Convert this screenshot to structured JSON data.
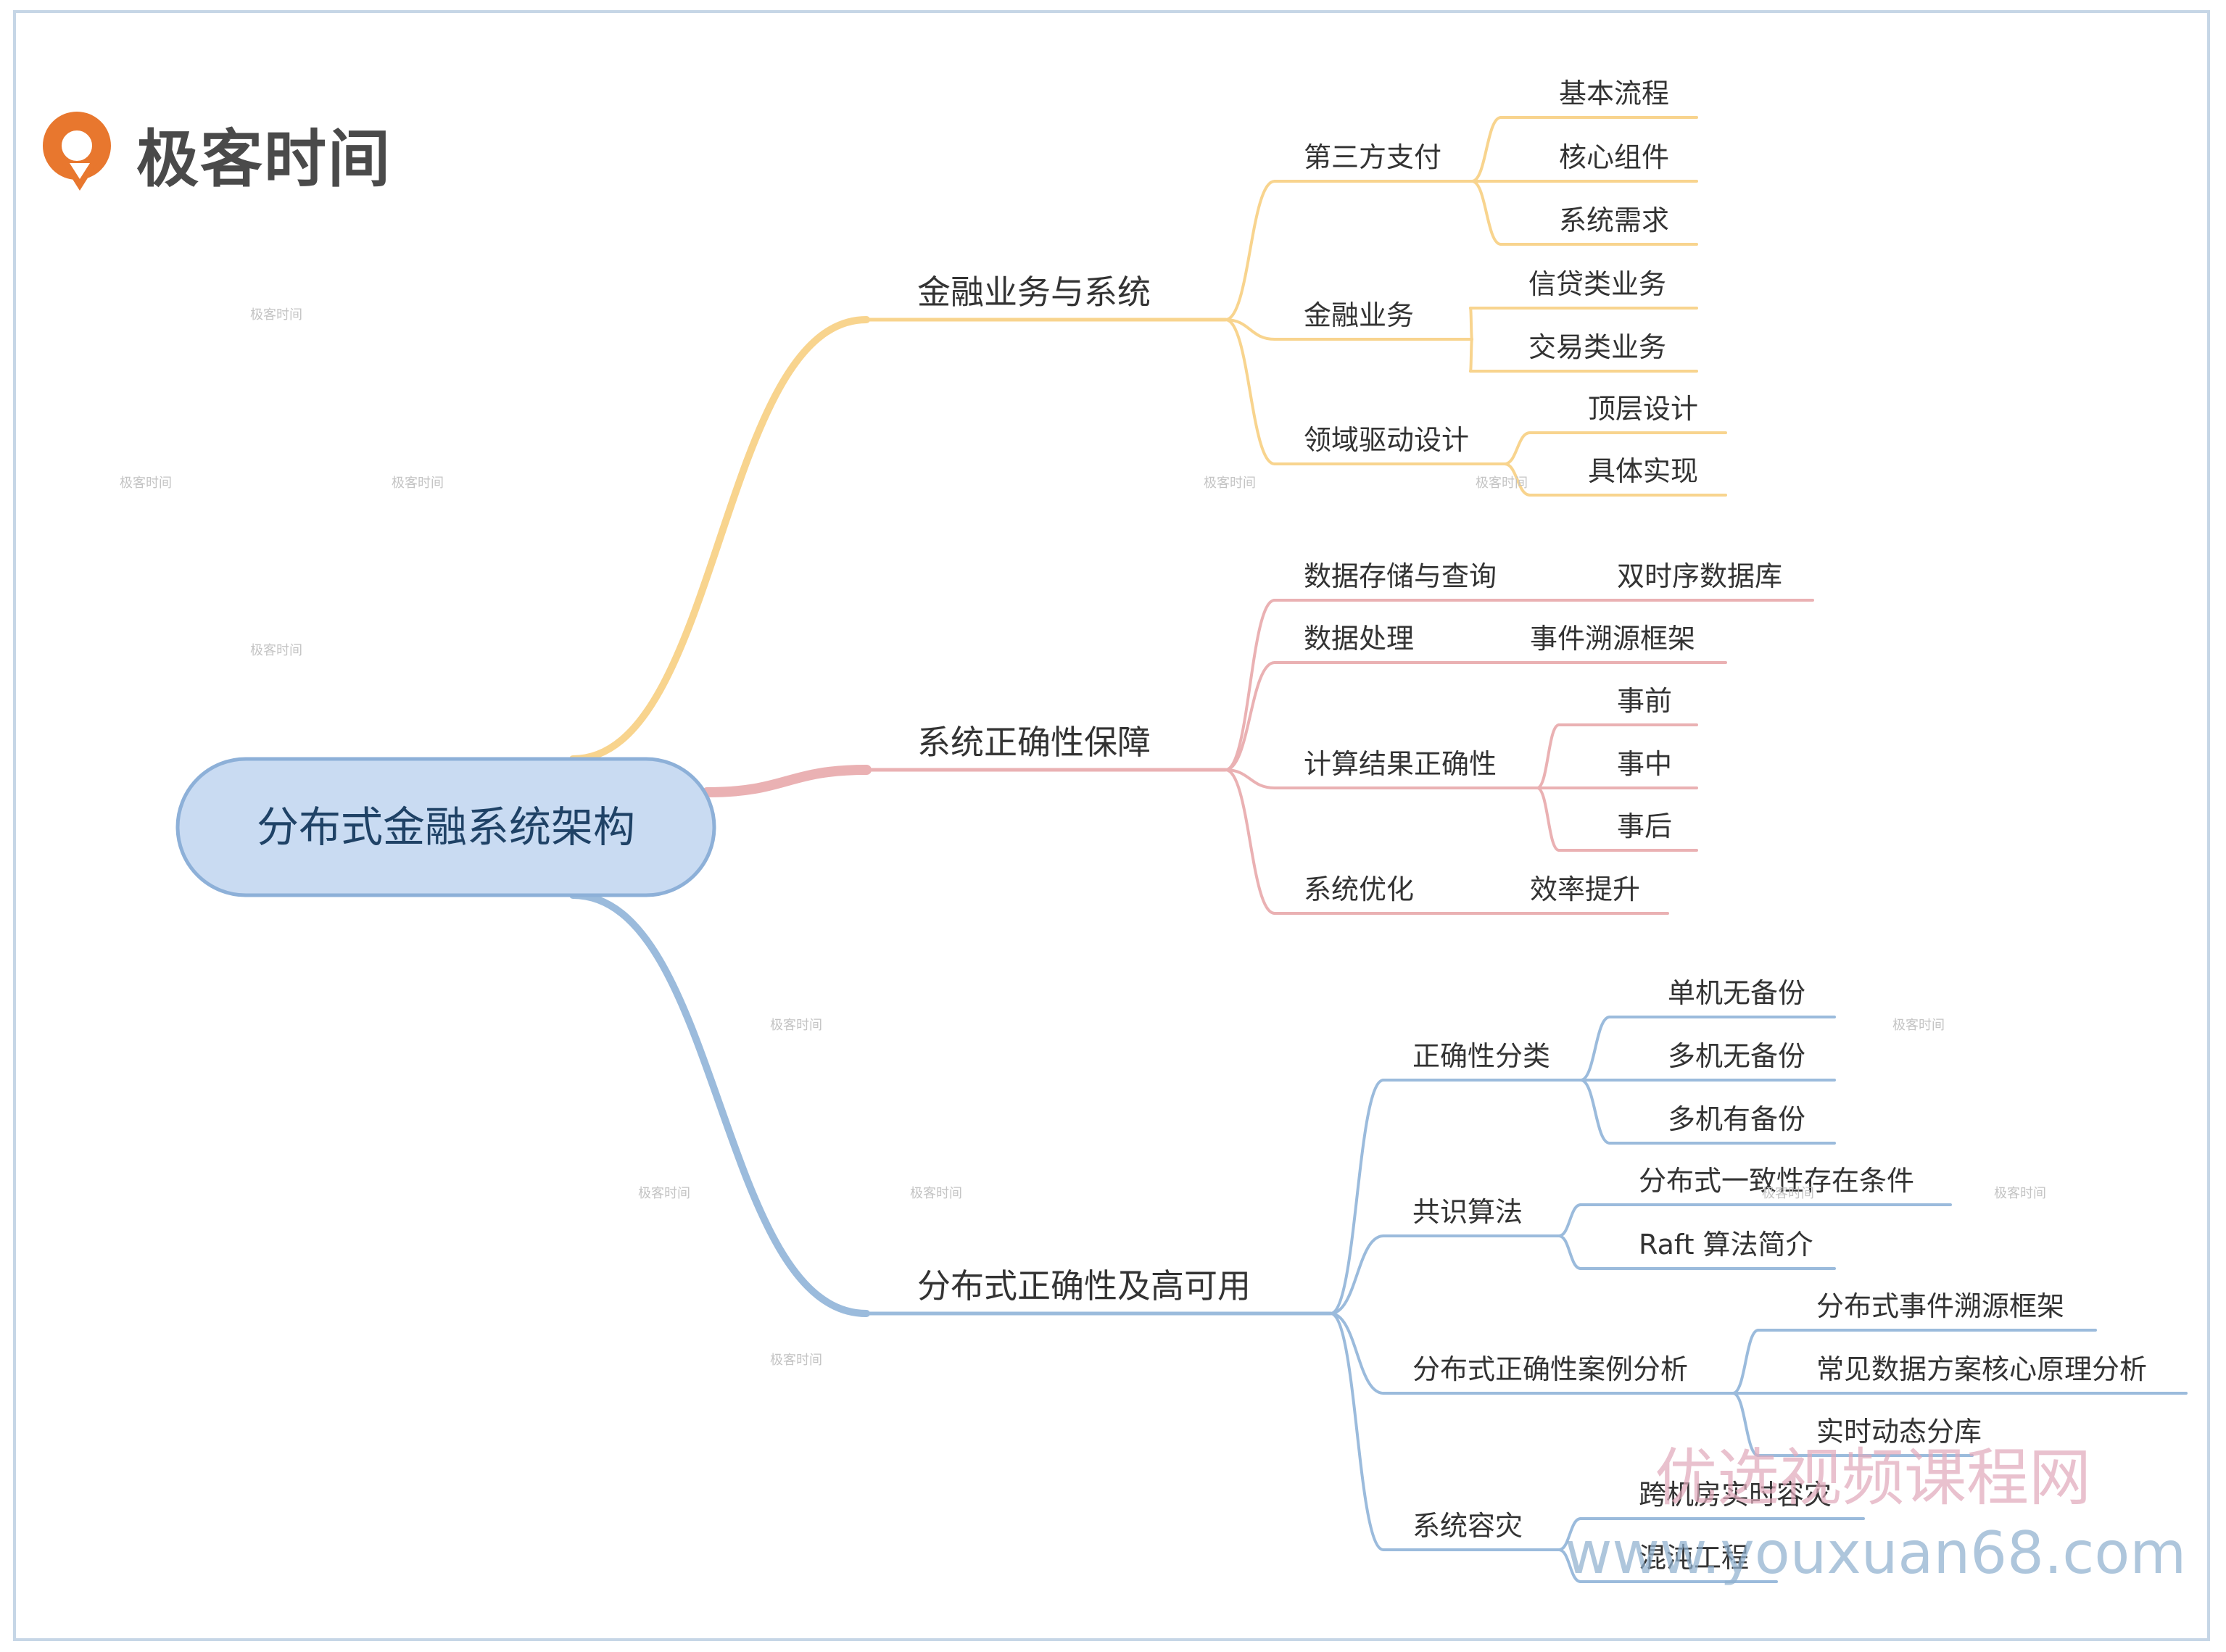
{
  "brand": {
    "logo_text": "极客时间",
    "logo_icon": "geektime-q-logo-icon",
    "logo_color": "#e8772e"
  },
  "root": {
    "label": "分布式金融系统架构"
  },
  "colors": {
    "branch1": "#f8d48e",
    "branch2": "#eab1b3",
    "branch3": "#9bbbdc",
    "root_fill": "#c9dbf2",
    "root_stroke": "#8db0d8"
  },
  "branches": [
    {
      "label": "金融业务与系统",
      "children": [
        {
          "label": "第三方支付",
          "children": [
            {
              "label": "基本流程"
            },
            {
              "label": "核心组件"
            },
            {
              "label": "系统需求"
            }
          ]
        },
        {
          "label": "金融业务",
          "children": [
            {
              "label": "信贷类业务"
            },
            {
              "label": "交易类业务"
            }
          ]
        },
        {
          "label": "领域驱动设计",
          "children": [
            {
              "label": "顶层设计"
            },
            {
              "label": "具体实现"
            }
          ]
        }
      ]
    },
    {
      "label": "系统正确性保障",
      "children": [
        {
          "label": "数据存储与查询",
          "children": [
            {
              "label": "双时序数据库"
            }
          ]
        },
        {
          "label": "数据处理",
          "children": [
            {
              "label": "事件溯源框架"
            }
          ]
        },
        {
          "label": "计算结果正确性",
          "children": [
            {
              "label": "事前"
            },
            {
              "label": "事中"
            },
            {
              "label": "事后"
            }
          ]
        },
        {
          "label": "系统优化",
          "children": [
            {
              "label": "效率提升"
            }
          ]
        }
      ]
    },
    {
      "label": "分布式正确性及高可用",
      "children": [
        {
          "label": "正确性分类",
          "children": [
            {
              "label": "单机无备份"
            },
            {
              "label": "多机无备份"
            },
            {
              "label": "多机有备份"
            }
          ]
        },
        {
          "label": "共识算法",
          "children": [
            {
              "label": "分布式一致性存在条件"
            },
            {
              "label": "Raft 算法简介"
            }
          ]
        },
        {
          "label": "分布式正确性案例分析",
          "children": [
            {
              "label": "分布式事件溯源框架"
            },
            {
              "label": "常见数据方案核心原理分析"
            },
            {
              "label": "实时动态分库"
            }
          ]
        },
        {
          "label": "系统容灾",
          "children": [
            {
              "label": "跨机房实时容灾"
            },
            {
              "label": "混沌工程"
            }
          ]
        }
      ]
    }
  ],
  "watermarks": {
    "small": "极客时间",
    "line1": "优选视频课程网",
    "line2": "www.youxuan68.com"
  }
}
